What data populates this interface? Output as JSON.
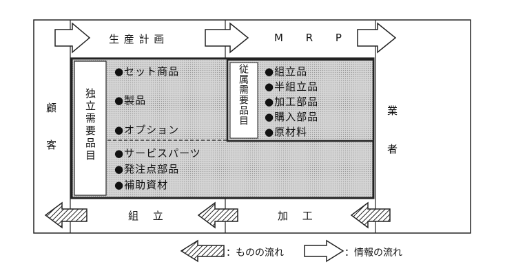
{
  "top": {
    "left_label": "生 産 計 画",
    "right_label": "M R P"
  },
  "sides": {
    "left": [
      "顧",
      "客"
    ],
    "right": [
      "業",
      "者"
    ]
  },
  "independent_demand": {
    "label": "独立需要品目",
    "items_top": [
      "●セット商品",
      "●製品",
      "●オプション"
    ],
    "items_bottom": [
      "●サービスパーツ",
      "●発注点部品",
      "●補助資材"
    ]
  },
  "dependent_demand": {
    "label": "従属需要品目",
    "items": [
      "●組立品",
      "●半組立品",
      "●加工部品",
      "●購入部品",
      "●原材料"
    ]
  },
  "bottom": {
    "left_label": "組 立",
    "right_label": "加 工"
  },
  "legend": {
    "material_flow": "：ものの流れ",
    "info_flow": "：情報の流れ"
  }
}
